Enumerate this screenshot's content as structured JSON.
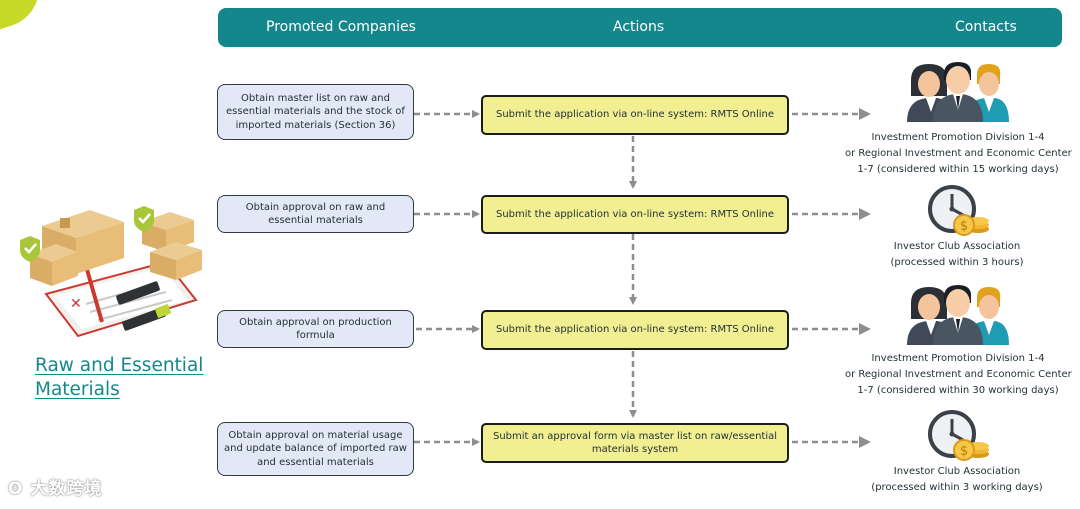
{
  "header": {
    "col_companies": "Promoted Companies",
    "col_actions": "Actions",
    "col_contacts": "Contacts",
    "bar_color": "#13878b"
  },
  "steps": [
    {
      "company": "Obtain master list on raw and essential materials and the stock of imported materials (Section 36)",
      "action": "Submit the application via on-line system: RMTS Online",
      "contact_icon": "people-group-icon",
      "contact_lines": [
        "Investment Promotion Division 1-4",
        "or Regional Investment and Economic Center",
        "1-7 (considered within 15 working days)"
      ]
    },
    {
      "company": "Obtain approval on raw and essential materials",
      "action": "Submit the application via on-line system: RMTS Online",
      "contact_icon": "clock-coins-icon",
      "contact_lines": [
        "Investor Club Association",
        "(processed within 3 hours)"
      ]
    },
    {
      "company": "Obtain approval on production formula",
      "action": "Submit the application via on-line system: RMTS Online",
      "contact_icon": "people-group-icon",
      "contact_lines": [
        "Investment Promotion Division 1-4",
        "or Regional Investment and Economic Center",
        "1-7 (considered within 30 working days)"
      ]
    },
    {
      "company": "Obtain approval on material usage and update balance of imported raw and essential materials",
      "action": "Submit an approval form via master list on raw/essential materials system",
      "contact_icon": "clock-coins-icon",
      "contact_lines": [
        "Investor Club Association",
        "(processed within 3 working days)"
      ]
    }
  ],
  "section_title": "Raw and Essential Materials",
  "section_icon": "boxes-and-documents-icon",
  "watermark": "大数跨境",
  "colors": {
    "accent": "#13878b",
    "company_fill": "#e3e8f6",
    "action_fill": "#f1ef92",
    "connector": "#8e8e8e",
    "corner_leaf": "#c9d92a"
  }
}
